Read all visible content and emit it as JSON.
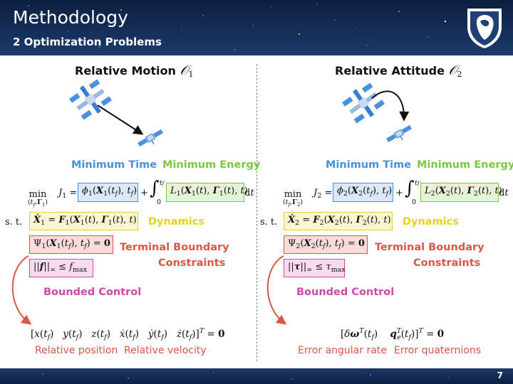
{
  "header": {
    "title": "Methodology",
    "subtitle": "2 Optimization Problems",
    "logo_icon": "lion-shield-logo"
  },
  "footer": {
    "page_number": "7"
  },
  "left": {
    "heading": "Relative Motion",
    "heading_symbol": "𝒪",
    "heading_index": "1",
    "label_min_time": "Minimum Time",
    "label_min_energy": "Minimum Energy",
    "label_dynamics": "Dynamics",
    "label_terminal_1": "Terminal Boundary",
    "label_terminal_2": "Constraints",
    "label_bounded": "Bounded Control",
    "caption_position": "Relative position",
    "caption_velocity": "Relative velocity"
  },
  "right": {
    "heading": "Relative Attitude",
    "heading_symbol": "𝒪",
    "heading_index": "2",
    "label_min_time": "Minimum Time",
    "label_min_energy": "Minimum Energy",
    "label_dynamics": "Dynamics",
    "label_terminal_1": "Terminal Boundary",
    "label_terminal_2": "Constraints",
    "label_bounded": "Bounded Control",
    "caption_rate": "Error angular rate",
    "caption_quat": "Error quaternions"
  },
  "colors": {
    "header_bg": "#152e58",
    "blue": "#4a90e2",
    "green": "#7ac943",
    "yellow": "#e8d21f",
    "red": "#d9574a",
    "pink": "#d048a8"
  }
}
